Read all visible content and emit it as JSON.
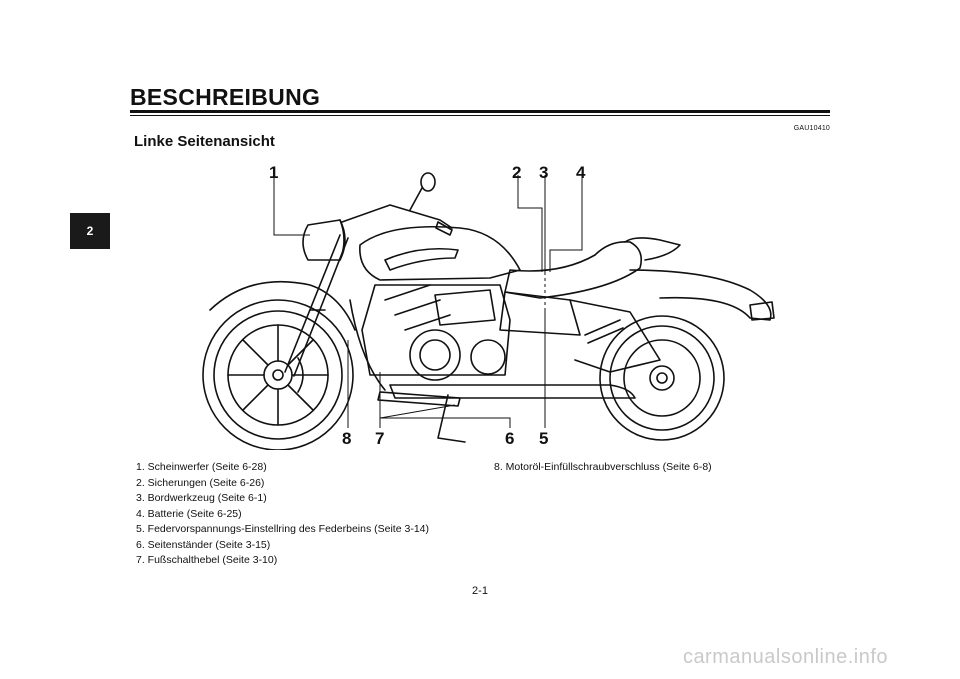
{
  "header": {
    "title": "BESCHREIBUNG",
    "doc_code": "GAU10410",
    "section": "Linke Seitenansicht"
  },
  "chapter_tab": "2",
  "figure": {
    "callouts": {
      "c1": "1",
      "c2": "2",
      "c3": "3",
      "c4": "4",
      "c5": "5",
      "c6": "6",
      "c7": "7",
      "c8": "8"
    }
  },
  "legend": {
    "left": [
      "1. Scheinwerfer (Seite 6-28)",
      "2. Sicherungen (Seite 6-26)",
      "3. Bordwerkzeug (Seite 6-1)",
      "4. Batterie (Seite 6-25)",
      "5. Federvorspannungs-Einstellring des Federbeins (Seite 3-14)",
      "6. Seitenständer (Seite 3-15)",
      "7. Fußschalthebel (Seite 3-10)"
    ],
    "right": [
      "8. Motoröl-Einfüllschraubverschluss (Seite 6-8)"
    ]
  },
  "footer": {
    "page_number": "2-1",
    "watermark": "carmanualsonline.info"
  }
}
